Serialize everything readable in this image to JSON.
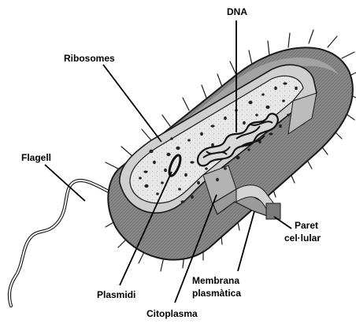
{
  "diagram": {
    "labels": {
      "dna": "DNA",
      "ribosomes": "Ribosomes",
      "flagell": "Flagell",
      "paret_line1": "Paret",
      "paret_line2": "cel·lular",
      "membrana_line1": "Membrana",
      "membrana_line2": "plasmàtica",
      "plasmidi": "Plasmidi",
      "citoplasma": "Citoplasma"
    },
    "colors": {
      "outline": "#1a1a1a",
      "capsule": "#8c8c8c",
      "capsule_dark": "#5e5e5e",
      "wall": "#c8c8c8",
      "membrane": "#a0a0a0",
      "cytoplasm": "#e6e6e6",
      "interior_shadow": "#bdbdbd",
      "granule": "#222222",
      "label": "#000000"
    },
    "icons": [
      "bacterium-cell-icon",
      "flagellum-icon",
      "dna-coil-icon",
      "plasmid-ring-icon"
    ]
  }
}
